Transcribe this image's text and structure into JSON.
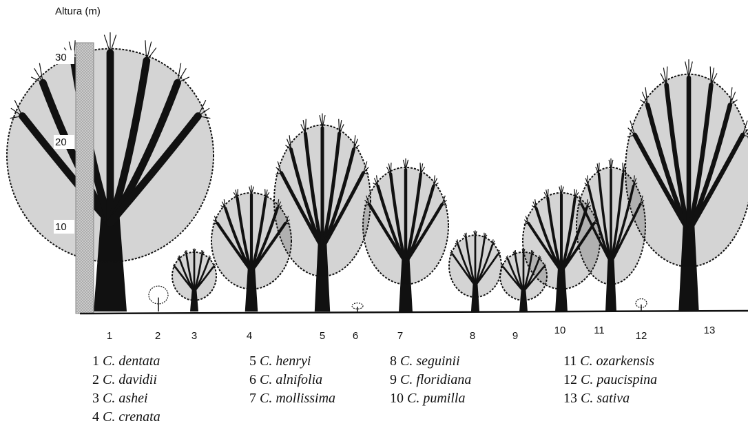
{
  "axis": {
    "title": "Altura (m)",
    "ticks": [
      {
        "label": "30",
        "value": 30
      },
      {
        "label": "20",
        "value": 20
      },
      {
        "label": "10",
        "value": 10
      }
    ]
  },
  "trees": [
    {
      "number": "1",
      "name": "C. dentata",
      "height_m": 31
    },
    {
      "number": "2",
      "name": "C. davidii",
      "height_m": 3
    },
    {
      "number": "3",
      "name": "C. ashei",
      "height_m": 7
    },
    {
      "number": "4",
      "name": "C. crenata",
      "height_m": 14
    },
    {
      "number": "5",
      "name": "C. henryi",
      "height_m": 22
    },
    {
      "number": "6",
      "name": "C. alnifolia",
      "height_m": 1
    },
    {
      "number": "7",
      "name": "C. mollissima",
      "height_m": 17
    },
    {
      "number": "8",
      "name": "C. seguinii",
      "height_m": 9
    },
    {
      "number": "9",
      "name": "C. floridiana",
      "height_m": 7
    },
    {
      "number": "10",
      "name": "C. pumilla",
      "height_m": 14
    },
    {
      "number": "11",
      "name": "C. ozarkensis",
      "height_m": 17
    },
    {
      "number": "12",
      "name": "C. paucispina",
      "height_m": 1.5
    },
    {
      "number": "13",
      "name": "C. sativa",
      "height_m": 28
    }
  ],
  "legend": [
    [
      {
        "number": "1",
        "name": "C. dentata"
      },
      {
        "number": "2",
        "name": "C. davidii"
      },
      {
        "number": "3",
        "name": "C. ashei"
      },
      {
        "number": "4",
        "name": "C. crenata"
      }
    ],
    [
      {
        "number": "5",
        "name": "C. henryi"
      },
      {
        "number": "6",
        "name": "C. alnifolia"
      },
      {
        "number": "7",
        "name": "C. mollissima"
      }
    ],
    [
      {
        "number": "8",
        "name": "C. seguinii"
      },
      {
        "number": "9",
        "name": "C. floridiana"
      },
      {
        "number": "10",
        "name": "C. pumilla"
      }
    ],
    [
      {
        "number": "11",
        "name": "C. ozarkensis"
      },
      {
        "number": "12",
        "name": "C. paucispina"
      },
      {
        "number": "13",
        "name": "C. sativa"
      }
    ]
  ],
  "colors": {
    "ink": "#111111",
    "ruler": "#bdbdbd",
    "background": "#ffffff"
  }
}
